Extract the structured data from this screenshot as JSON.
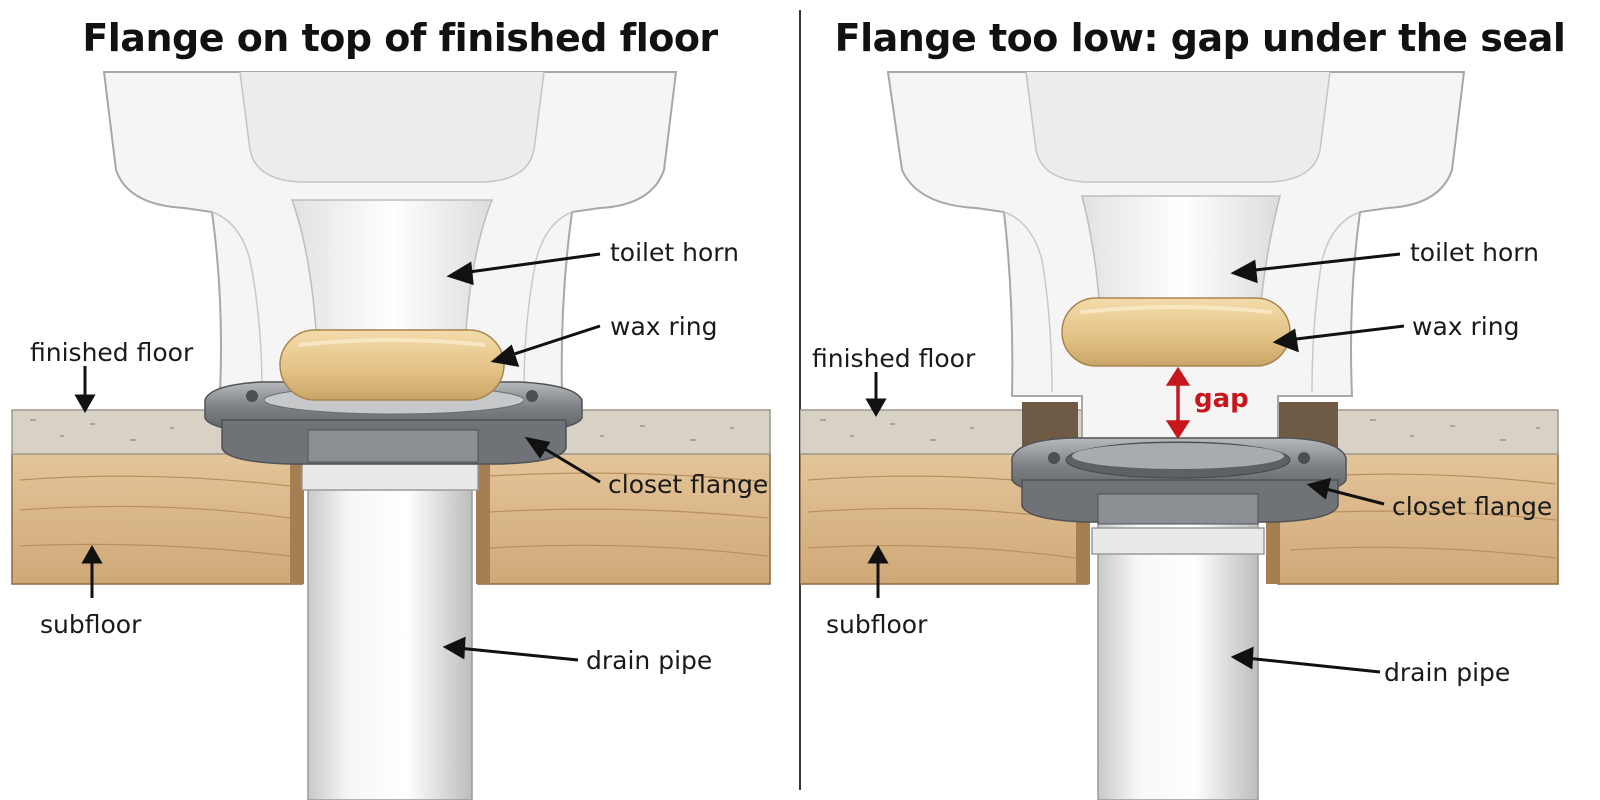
{
  "panels": {
    "left": {
      "title": "Flange on top of finished floor",
      "labels": {
        "toilet_horn": "toilet horn",
        "wax_ring": "wax ring",
        "finished_floor": "finished floor",
        "closet_flange": "closet flange",
        "subfloor": "subfloor",
        "drain_pipe": "drain pipe"
      }
    },
    "right": {
      "title": "Flange too low: gap under the seal",
      "labels": {
        "toilet_horn": "toilet horn",
        "wax_ring": "wax ring",
        "finished_floor": "finished floor",
        "gap": "gap",
        "closet_flange": "closet flange",
        "subfloor": "subfloor",
        "drain_pipe": "drain pipe"
      }
    }
  },
  "colors": {
    "porcelain": "#f4f4f4",
    "wax": "#e6c68e",
    "finished_floor": "#d9d3c7",
    "subfloor_wood": "#dcb88a",
    "flange_metal": "#8a8d90",
    "pipe": "#e8e8e8",
    "gap_arrow": "#c8161d"
  }
}
